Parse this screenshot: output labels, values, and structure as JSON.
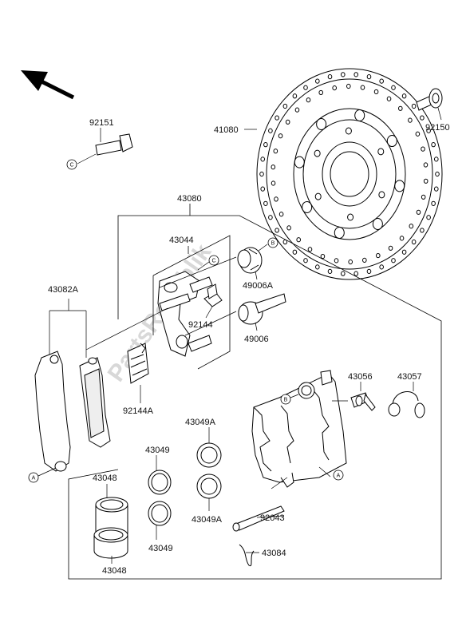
{
  "watermark": "PartsRepublik",
  "parts": {
    "p92151": "92151",
    "p92150": "92150",
    "p41080": "41080",
    "p43080": "43080",
    "p43044": "43044",
    "p43082A": "43082A",
    "p49006A": "49006A",
    "p92144": "92144",
    "p49006": "49006",
    "p92144A": "92144A",
    "p43056": "43056",
    "p43057": "43057",
    "p43049A_top": "43049A",
    "p43049_top": "43049",
    "p43048_top": "43048",
    "p43049A_bot": "43049A",
    "p43049_bot": "43049",
    "p43048_bot": "43048",
    "p92043": "92043",
    "p43084": "43084"
  },
  "refs": {
    "a1": "A",
    "a2": "A",
    "b1": "B",
    "b2": "B",
    "c1": "C",
    "c2": "C"
  },
  "icons": {
    "direction": "front-direction-arrow-icon"
  }
}
